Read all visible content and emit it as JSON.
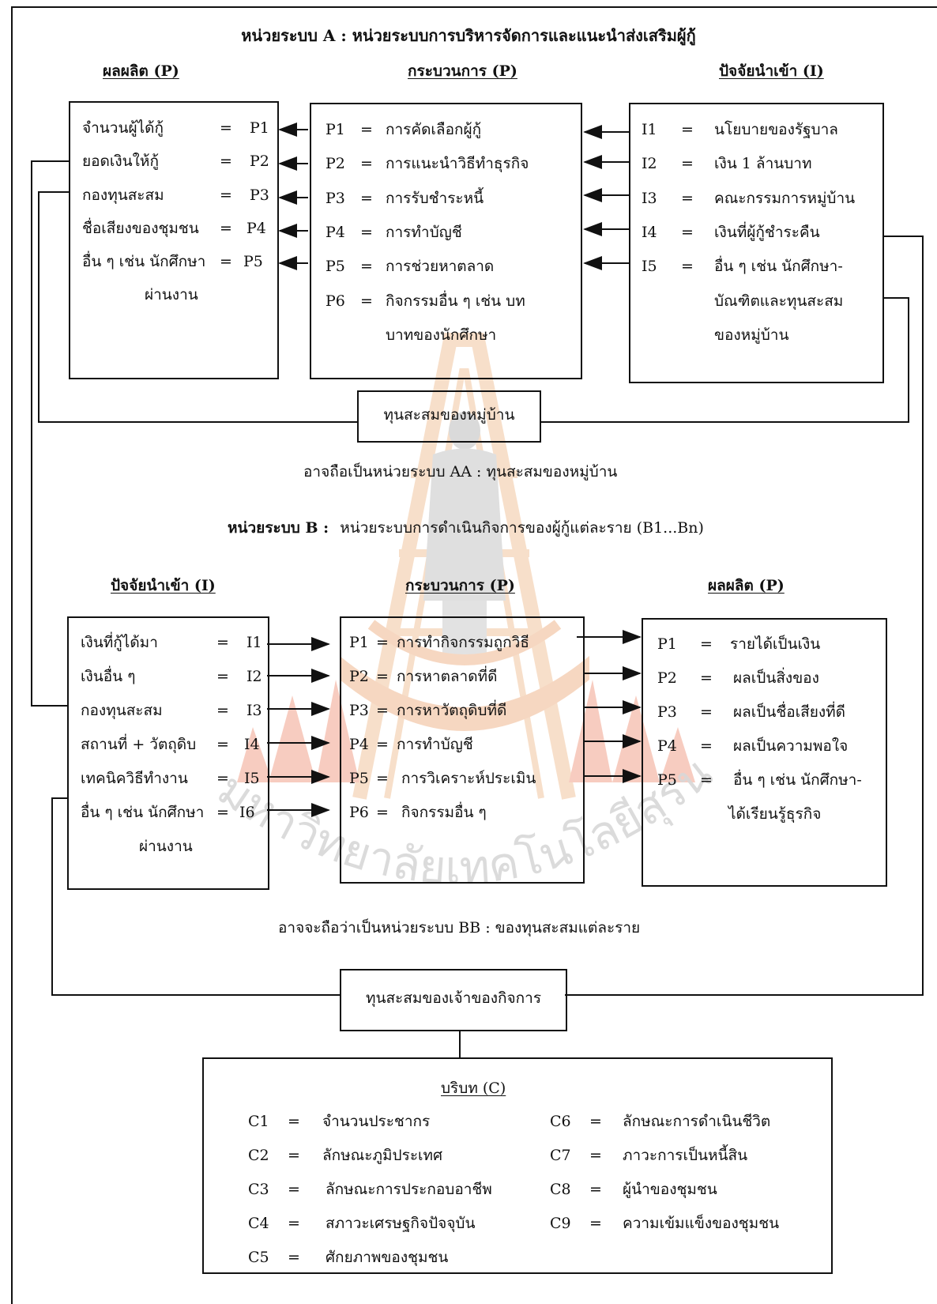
{
  "colors": {
    "line": "#111111",
    "watermark": "#f4c9a8",
    "watermark_grey": "#cfcfcf"
  },
  "unit_a": {
    "title": "หน่วยระบบ A : หน่วยระบบการบริหารจัดการและแนะนำส่งเสริมผู้กู้",
    "output_header": "ผลผลิต (P)",
    "process_header": "กระบวนการ (P)",
    "input_header": "ปัจจัยนำเข้า (I)",
    "outputs": [
      {
        "label": "จำนวนผู้ได้กู้",
        "eq": "=",
        "code": "P1"
      },
      {
        "label": "ยอดเงินให้กู้",
        "eq": "=",
        "code": "P2"
      },
      {
        "label": "กองทุนสะสม",
        "eq": "=",
        "code": "P3"
      },
      {
        "label": "ชื่อเสียงของชุมชน",
        "eq": "=",
        "code": "P4"
      },
      {
        "label": "อื่น ๆ เช่น นักศึกษา",
        "eq": "=",
        "code": "P5"
      }
    ],
    "outputs_cont": "ผ่านงาน",
    "processes": [
      {
        "code": "P1",
        "eq": "=",
        "label": "การคัดเลือกผู้กู้"
      },
      {
        "code": "P2",
        "eq": "=",
        "label": "การแนะนำวิธีทำธุรกิจ"
      },
      {
        "code": "P3",
        "eq": "=",
        "label": "การรับชำระหนี้"
      },
      {
        "code": "P4",
        "eq": "=",
        "label": "การทำบัญชี"
      },
      {
        "code": "P5",
        "eq": "=",
        "label": "การช่วยหาตลาด"
      },
      {
        "code": "P6",
        "eq": "=",
        "label": "กิจกรรมอื่น ๆ เช่น บท"
      }
    ],
    "processes_cont": "บาทของนักศึกษา",
    "inputs": [
      {
        "code": "I1",
        "eq": "=",
        "label": "นโยบายของรัฐบาล"
      },
      {
        "code": "I2",
        "eq": "=",
        "label": "เงิน 1 ล้านบาท"
      },
      {
        "code": "I3",
        "eq": "=",
        "label": "คณะกรรมการหมู่บ้าน"
      },
      {
        "code": "I4",
        "eq": "=",
        "label": "เงินที่ผู้กู้ชำระคืน"
      },
      {
        "code": "I5",
        "eq": "=",
        "label": "อื่น ๆ เช่น นักศึกษา-"
      }
    ],
    "inputs_cont": [
      "บัณฑิตและทุนสะสม",
      "ของหมู่บ้าน"
    ],
    "fund_box": "ทุนสะสมของหมู่บ้าน",
    "aa_note": "อาจถือเป็นหน่วยระบบ AA : ทุนสะสมของหมู่บ้าน"
  },
  "unit_b": {
    "title_bold": "หน่วยระบบ B :",
    "title_rest": "หน่วยระบบการดำเนินกิจการของผู้กู้แต่ละราย (B1...Bn)",
    "input_header": "ปัจจัยนำเข้า (I)",
    "process_header": "กระบวนการ (P)",
    "output_header": "ผลผลิต (P)",
    "inputs": [
      {
        "label": "เงินที่กู้ได้มา",
        "eq": "=",
        "code": "I1"
      },
      {
        "label": "เงินอื่น ๆ",
        "eq": "=",
        "code": "I2"
      },
      {
        "label": "กองทุนสะสม",
        "eq": "=",
        "code": "I3"
      },
      {
        "label": "สถานที่ + วัตถุดิบ",
        "eq": "=",
        "code": "I4"
      },
      {
        "label": "เทคนิควิธีทำงาน",
        "eq": "=",
        "code": "I5"
      },
      {
        "label": "อื่น ๆ เช่น นักศึกษา",
        "eq": "=",
        "code": "I6"
      }
    ],
    "inputs_cont": "ผ่านงาน",
    "processes": [
      {
        "code": "P1",
        "eq": "=",
        "label": "การทำกิจกรรมถูกวิธี"
      },
      {
        "code": "P2",
        "eq": "=",
        "label": "การหาตลาดที่ดี"
      },
      {
        "code": "P3",
        "eq": "=",
        "label": "การหาวัตถุดิบที่ดี"
      },
      {
        "code": "P4",
        "eq": "=",
        "label": "การทำบัญชี"
      },
      {
        "code": "P5",
        "eq": "=",
        "label": "การวิเคราะห์ประเมิน"
      },
      {
        "code": "P6",
        "eq": "=",
        "label": "กิจกรรมอื่น ๆ"
      }
    ],
    "outputs": [
      {
        "code": "P1",
        "eq": "=",
        "label": "รายได้เป็นเงิน"
      },
      {
        "code": "P2",
        "eq": "=",
        "label": "ผลเป็นสิ่งของ"
      },
      {
        "code": "P3",
        "eq": "=",
        "label": "ผลเป็นชื่อเสียงที่ดี"
      },
      {
        "code": "P4",
        "eq": "=",
        "label": "ผลเป็นความพอใจ"
      },
      {
        "code": "P5",
        "eq": "=",
        "label": "อื่น ๆ เช่น นักศึกษา-"
      }
    ],
    "outputs_cont": "ได้เรียนรู้ธุรกิจ",
    "bb_note": "อาจจะถือว่าเป็นหน่วยระบบ BB : ของทุนสะสมแต่ละราย",
    "fund_box": "ทุนสะสมของเจ้าของกิจการ"
  },
  "context": {
    "header": "บริบท (C)",
    "left": [
      {
        "code": "C1",
        "eq": "=",
        "label": "จำนวนประชากร"
      },
      {
        "code": "C2",
        "eq": "=",
        "label": "ลักษณะภูมิประเทศ"
      },
      {
        "code": "C3",
        "eq": "=",
        "label": "ลักษณะการประกอบอาชีพ"
      },
      {
        "code": "C4",
        "eq": "=",
        "label": "สภาวะเศรษฐกิจปัจจุบัน"
      },
      {
        "code": "C5",
        "eq": "=",
        "label": "ศักยภาพของชุมชน"
      }
    ],
    "right": [
      {
        "code": "C6",
        "eq": "=",
        "label": "ลักษณะการดำเนินชีวิต"
      },
      {
        "code": "C7",
        "eq": "=",
        "label": "ภาวะการเป็นหนี้สิน"
      },
      {
        "code": "C8",
        "eq": "=",
        "label": "ผู้นำของชุมชน"
      },
      {
        "code": "C9",
        "eq": "=",
        "label": "ความเข้มแข็งของชุมชน"
      }
    ]
  },
  "watermark": {
    "text": "มหาวิทยาลัยเทคโนโลยีสุรนารี"
  }
}
